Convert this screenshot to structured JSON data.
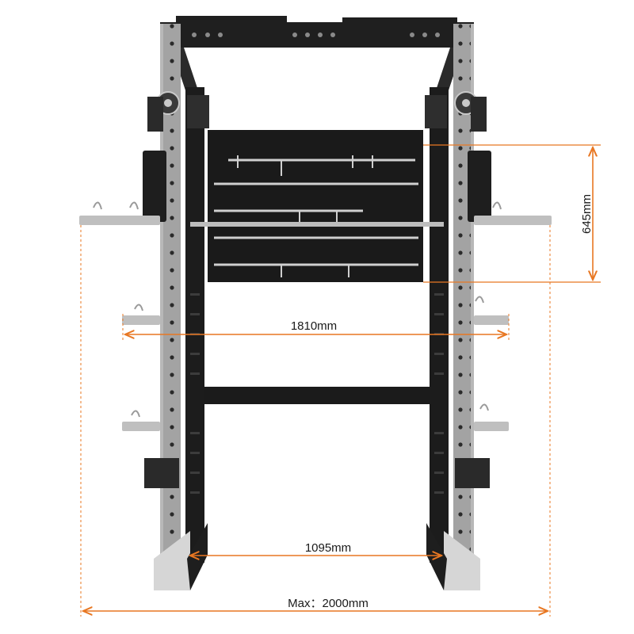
{
  "colors": {
    "dimension_line": "#e87722",
    "frame_gray": "#9a9a9a",
    "frame_dark": "#1b1b1b",
    "chrome": "#c9c9c9"
  },
  "dimensions": {
    "plate_height": "645mm",
    "outer_width": "1810mm",
    "inner_width": "1095mm",
    "max_width": "Max：2000mm"
  }
}
